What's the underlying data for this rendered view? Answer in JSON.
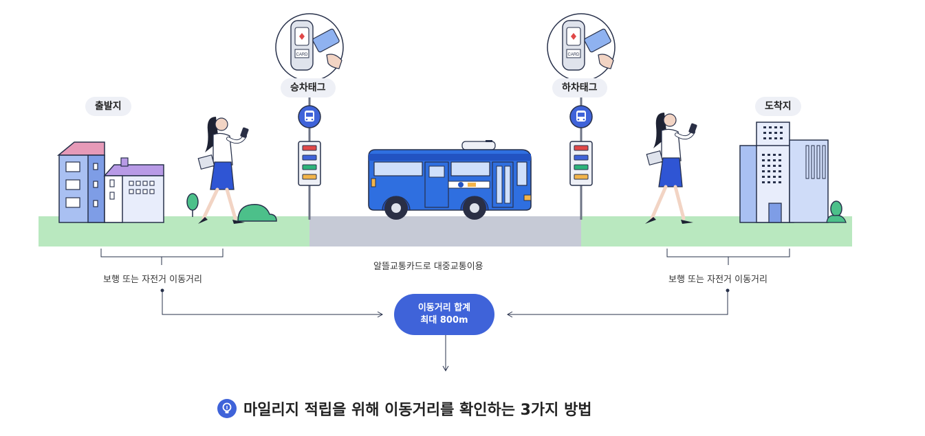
{
  "labels": {
    "origin": "출발지",
    "boarding_tag": "승차태그",
    "alighting_tag": "하차태그",
    "destination": "도착지"
  },
  "captions": {
    "left": "보행 또는 자전거 이동거리",
    "middle": "알뜰교통카드로 대중교통이용",
    "right": "보행 또는 자전거 이동거리"
  },
  "card_reader_text": "CARD",
  "total": {
    "line1": "이동거리 합계",
    "line2": "최대 800m"
  },
  "heading": "마일리지 적립을 위해 이동거리를 확인하는 3가지 방법",
  "icons": [
    "bus-stop-icon",
    "lightbulb-icon",
    "card-reader-icon"
  ],
  "colors": {
    "accent": "#3f63d9",
    "grass": "#b9e8bf",
    "road": "#c6cad6",
    "bus": "#2f6fe0"
  }
}
